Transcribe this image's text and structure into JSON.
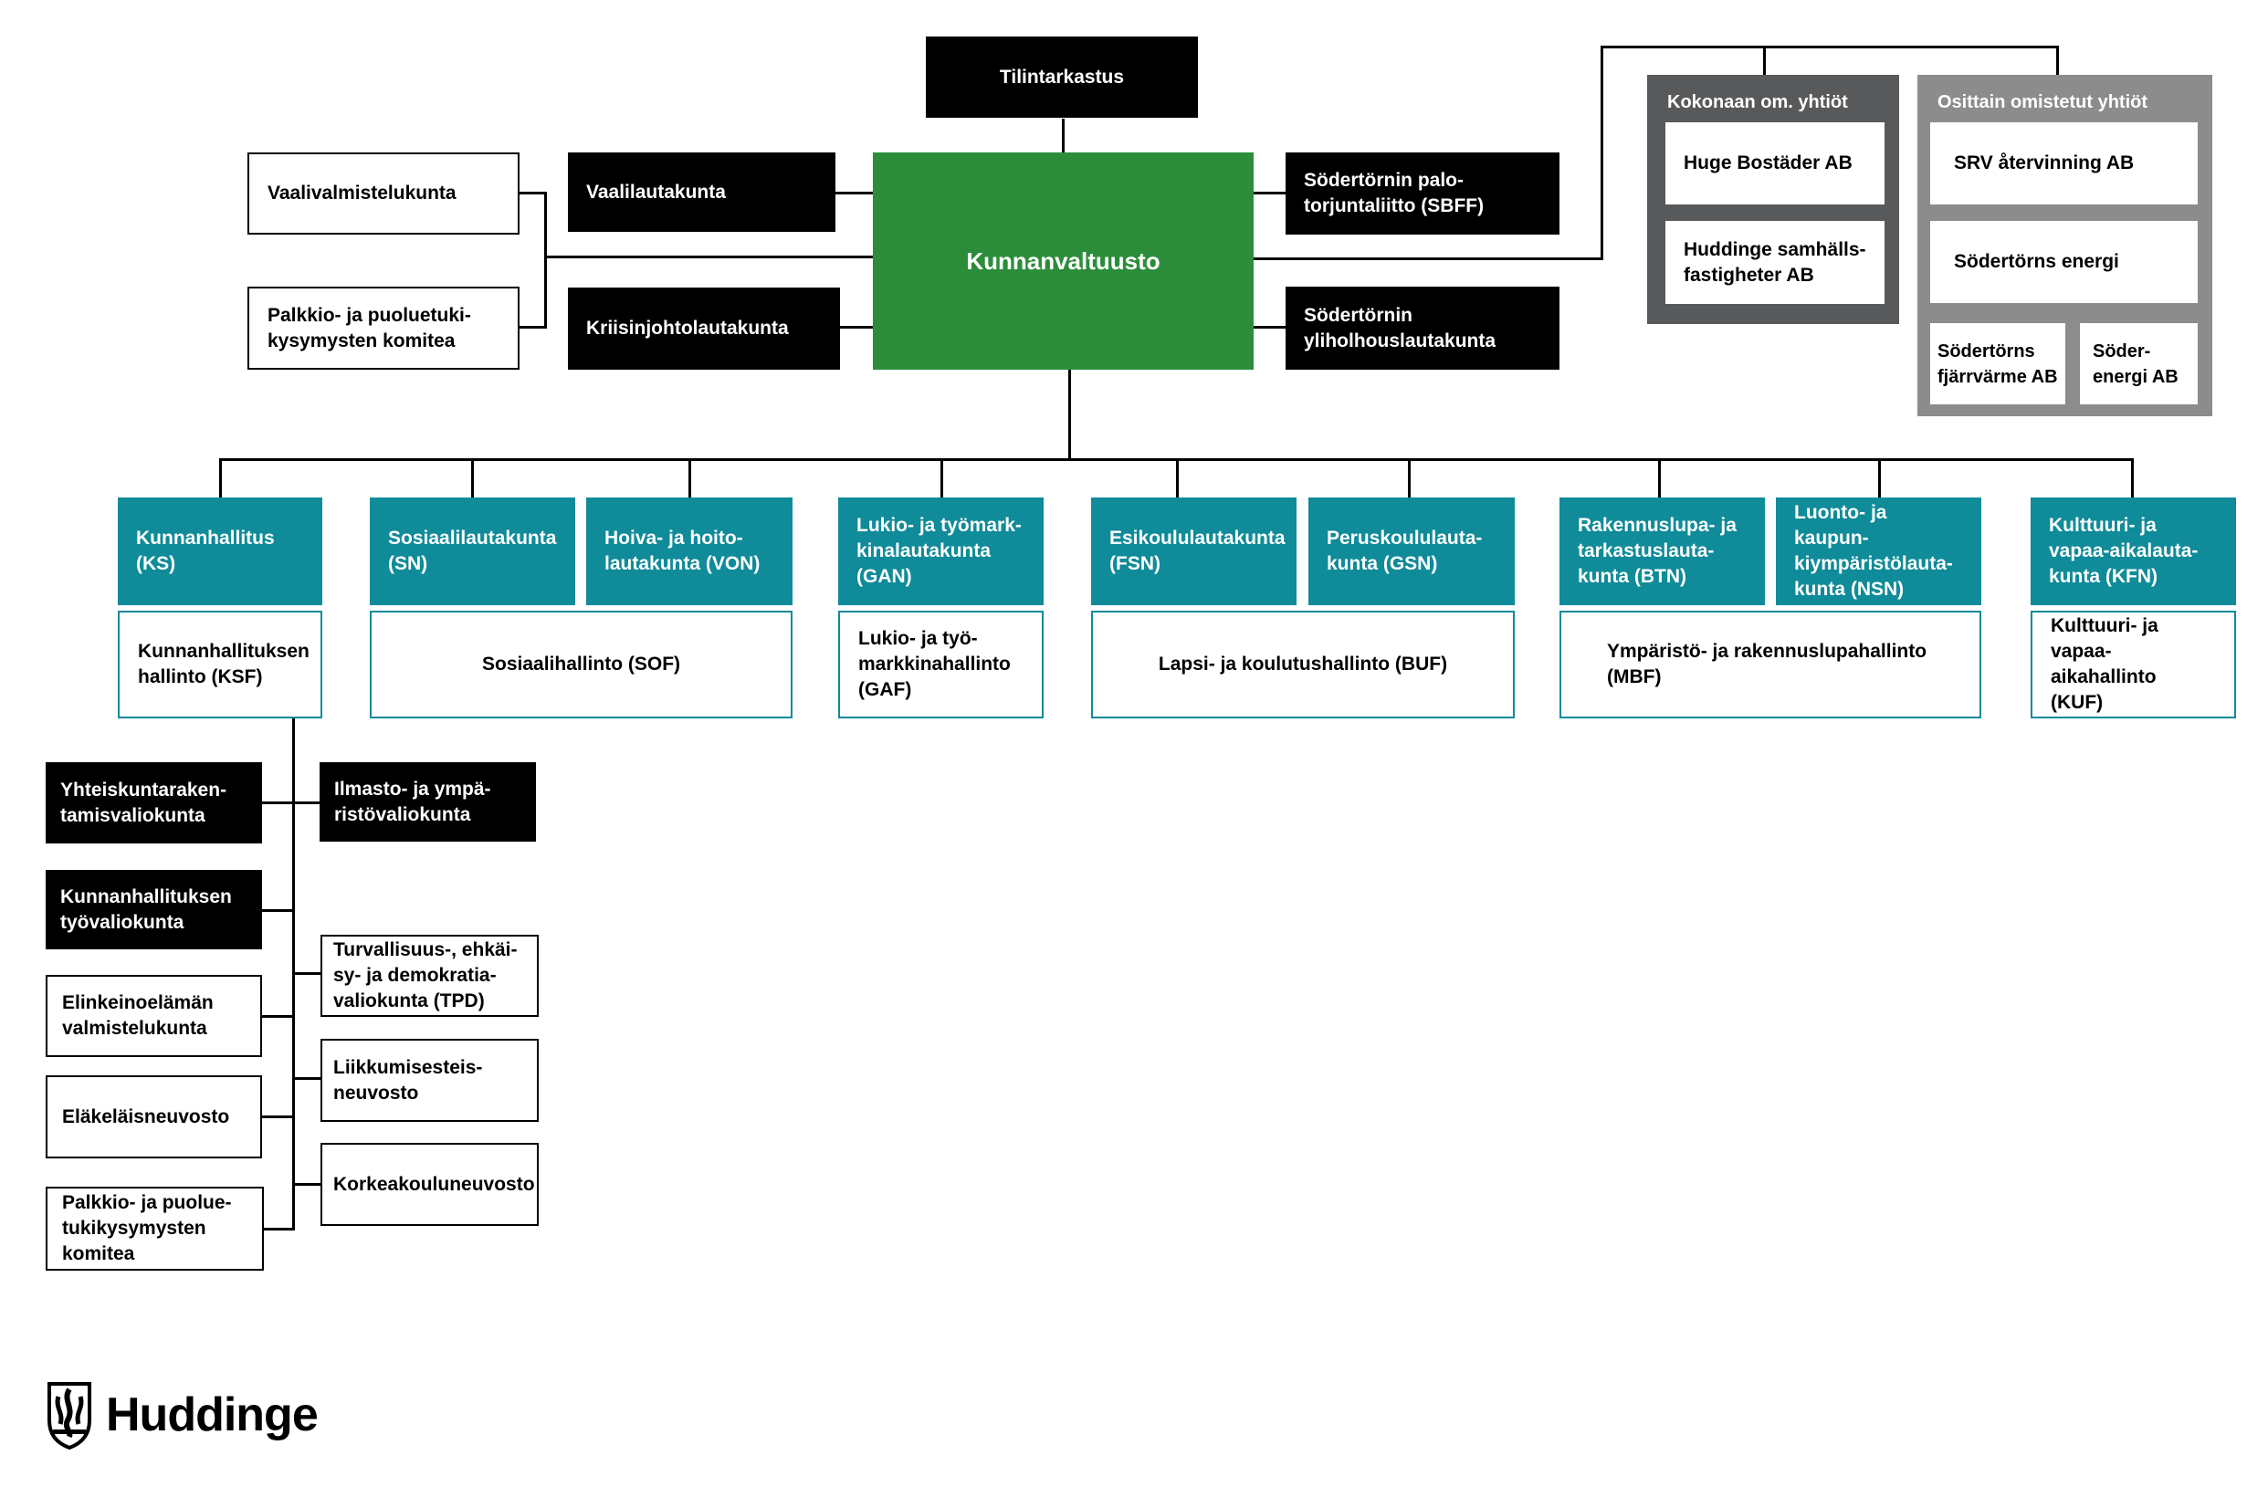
{
  "top": {
    "audit": "Tilintarkastus",
    "council": "Kunnanvaltuusto",
    "election_prep": "Vaalivalmistelukunta",
    "fee_committee": "Palkkio- ja puoluetuki-\nkysymysten komitea",
    "election_board": "Vaalilautakunta",
    "crisis_board": "Kriisinjohtolautakunta",
    "fire_union": "Södertörnin palo-\ntorjuntaliitto (SBFF)",
    "overfear_board": "Södertörnin\nyliholhouslautakunta"
  },
  "companies": {
    "wholly_owned": {
      "title": "Kokonaan om. yhtiöt",
      "items": [
        "Huge Bostäder AB",
        "Huddinge samhälls-\nfastigheter AB"
      ]
    },
    "partly_owned": {
      "title": "Osittain omistetut yhtiöt",
      "srv": "SRV återvinning AB",
      "energy": "Södertörns energi",
      "district_heating": "Södertörns\nfjärrvärme AB",
      "soder_energy": "Söder-\nenergi AB"
    }
  },
  "boards": {
    "ks": "Kunnanhallitus\n(KS)",
    "sn": "Sosiaalilautakunta\n(SN)",
    "von": "Hoiva- ja hoito-\nlautakunta (VON)",
    "gan": "Lukio- ja työmark-\nkinalautakunta\n(GAN)",
    "fsn": "Esikoululautakunta\n(FSN)",
    "gsn": "Peruskoululauta-\nkunta (GSN)",
    "btn": "Rakennuslupa- ja\ntarkastuslauta-\nkunta (BTN)",
    "nsn": "Luonto- ja kaupun-\nkiympäristölauta-\nkunta (NSN)",
    "kfn": "Kulttuuri- ja\nvapaa-aikalauta-\nkunta (KFN)"
  },
  "administrations": {
    "ksf": "Kunnanhallituksen\nhallinto (KSF)",
    "sof": "Sosiaalihallinto (SOF)",
    "gaf": "Lukio- ja työ-\nmarkkinahallinto\n(GAF)",
    "buf": "Lapsi- ja koulutushallinto (BUF)",
    "mbf": "Ympäristö- ja rakennuslupahallinto\n(MBF)",
    "kuf": "Kulttuuri- ja\nvapaa-aikahallinto\n(KUF)"
  },
  "ks_committees": {
    "planning": "Yhteiskuntaraken-\ntamisvaliokunta",
    "climate": "Ilmasto- ja ympä-\nristövaliokunta",
    "working": "Kunnanhallituksen\ntyövaliokunta",
    "business": "Elinkeinoelämän\nvalmistelukunta",
    "safety": "Turvallisuus-, ehkäi-\nsy- ja demokratia-\nvaliokunta (TPD)",
    "pensioners": "Eläkeläisneuvosto",
    "accessibility": "Liikkumisesteis-\nneuvosto",
    "fees": "Palkkio- ja puolue-\ntukikysymysten\nkomitea",
    "university": "Korkeakouluneuvosto"
  },
  "logo": {
    "name": "Huddinge"
  },
  "colors": {
    "green": "#2b8d3a",
    "teal": "#0f8b99",
    "dark_grey": "#58595b",
    "light_grey": "#8c8c8c",
    "black": "#000000"
  }
}
